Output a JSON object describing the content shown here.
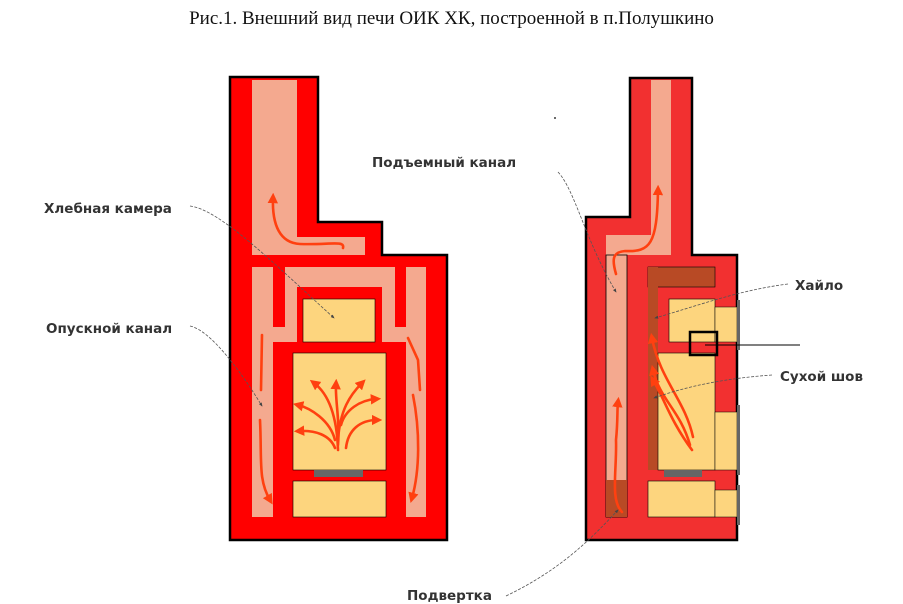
{
  "title": "Рис.1. Внешний вид печи ОИК ХК, построенной в п.Полушкино",
  "labels": {
    "bread_chamber": "Хлебная камера",
    "down_channel": "Опускной канал",
    "up_channel": "Подъемный канал",
    "khailo": "Хайло",
    "dry_seam": "Сухой шов",
    "podvertka": "Подвертка"
  },
  "colors": {
    "brick_left": "#ff0000",
    "brick_right": "#f23030",
    "channel": "#f4a98f",
    "chamber": "#fdd57e",
    "khailo": "#b84a25",
    "grate": "#666666",
    "flame": "#ff4010"
  }
}
